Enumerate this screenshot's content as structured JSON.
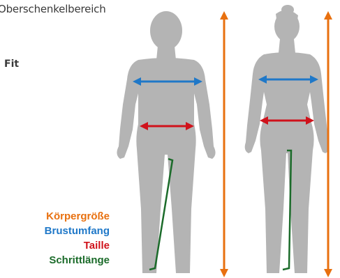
{
  "header_fragment": "Oberschenkelbereich",
  "fit_label": "Fit",
  "legend": [
    {
      "key": "height",
      "label": "Körpergröße",
      "color": "#e8700f"
    },
    {
      "key": "chest",
      "label": "Brustumfang",
      "color": "#1f78c8"
    },
    {
      "key": "waist",
      "label": "Taille",
      "color": "#d0121b"
    },
    {
      "key": "inseam",
      "label": "Schrittlänge",
      "color": "#1b6b2a"
    }
  ],
  "figure_color": "#b4b4b4"
}
